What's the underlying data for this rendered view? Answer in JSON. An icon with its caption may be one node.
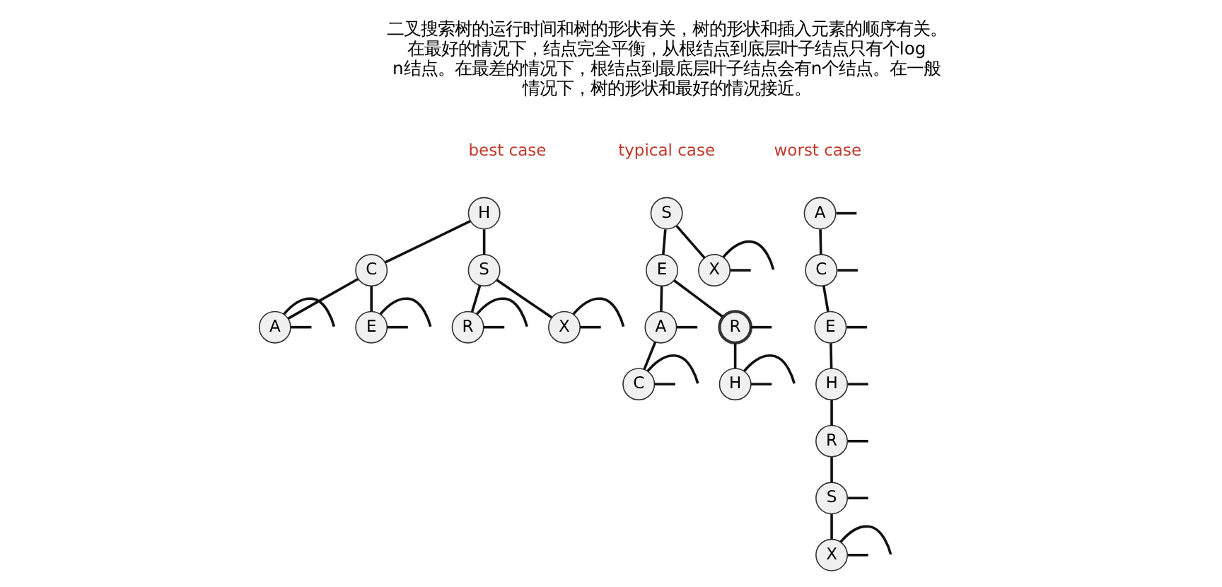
{
  "diagram": {
    "nodes": [
      {
        "text": [
          "H"
        ]
      },
      {
        "text": [
          "C"
        ]
      },
      {
        "text": [
          "S"
        ]
      },
      {
        "text": [
          "A"
        ]
      },
      {
        "text": [
          "E"
        ]
      },
      {
        "text": [
          "R"
        ]
      },
      {
        "text": [
          "X"
        ]
      },
      {
        "text": [
          "S"
        ]
      },
      {
        "text": [
          "E"
        ]
      },
      {
        "text": [
          "X"
        ]
      },
      {
        "text": [
          "A"
        ]
      },
      {
        "text": [
          "R"
        ]
      },
      {
        "text": [
          "C"
        ]
      },
      {
        "text": [
          "H"
        ]
      },
      {
        "text": [
          "A"
        ]
      },
      {
        "text": [
          "C"
        ]
      },
      {
        "text": [
          "E"
        ]
      },
      {
        "text": [
          "H"
        ]
      },
      {
        "text": [
          "R"
        ]
      },
      {
        "text": [
          "S"
        ]
      },
      {
        "text": [
          "X"
        ]
      }
    ],
    "edges": [
      {
        "from": 0,
        "to": 1,
        "arrow": "none"
      },
      {
        "from": 0,
        "to": 2,
        "arrow": "none"
      },
      {
        "from": 1,
        "to": 3,
        "arrow": "none"
      },
      {
        "from": 1,
        "to": 4,
        "arrow": "none"
      },
      {
        "from": 2,
        "to": 5,
        "arrow": "none"
      },
      {
        "from": 2,
        "to": 6,
        "arrow": "none"
      },
      {
        "from": 3,
        "to": null,
        "arrow": "none"
      },
      {
        "from": 3,
        "to": null,
        "arrow": "none"
      },
      {
        "from": 4,
        "to": null,
        "arrow": "none"
      },
      {
        "from": 4,
        "to": null,
        "arrow": "none"
      },
      {
        "from": 5,
        "to": null,
        "arrow": "none"
      },
      {
        "from": 5,
        "to": null,
        "arrow": "none"
      },
      {
        "from": 6,
        "to": null,
        "arrow": "none"
      },
      {
        "from": 6,
        "to": null,
        "arrow": "none"
      },
      {
        "from": 7,
        "to": 8,
        "arrow": "none"
      },
      {
        "from": 7,
        "to": 9,
        "arrow": "none"
      },
      {
        "from": 8,
        "to": 10,
        "arrow": "none"
      },
      {
        "from": 8,
        "to": 11,
        "arrow": "none"
      },
      {
        "from": 9,
        "to": null,
        "arrow": "none"
      },
      {
        "from": 9,
        "to": null,
        "arrow": "none"
      },
      {
        "from": 10,
        "to": null,
        "arrow": "none"
      },
      {
        "from": 10,
        "to": 12,
        "arrow": "none"
      },
      {
        "from": 11,
        "to": 13,
        "arrow": "none"
      },
      {
        "from": 11,
        "to": null,
        "arrow": "none"
      },
      {
        "from": 12,
        "to": null,
        "arrow": "none"
      },
      {
        "from": 12,
        "to": null,
        "arrow": "none"
      },
      {
        "from": 13,
        "to": null,
        "arrow": "none"
      },
      {
        "from": 13,
        "to": null,
        "arrow": "none"
      },
      {
        "from": 14,
        "to": null,
        "arrow": "none"
      },
      {
        "from": 14,
        "to": 15,
        "arrow": "none"
      },
      {
        "from": 15,
        "to": null,
        "arrow": "none"
      },
      {
        "from": 15,
        "to": 16,
        "arrow": "none"
      },
      {
        "from": 16,
        "to": null,
        "arrow": "none"
      },
      {
        "from": 16,
        "to": 17,
        "arrow": "none"
      },
      {
        "from": 17,
        "to": null,
        "arrow": "none"
      },
      {
        "from": 17,
        "to": 18,
        "arrow": "none"
      },
      {
        "from": 18,
        "to": null,
        "arrow": "none"
      },
      {
        "from": 18,
        "to": 19,
        "arrow": "none"
      },
      {
        "from": 19,
        "to": null,
        "arrow": "none"
      },
      {
        "from": 19,
        "to": 20,
        "arrow": "none"
      },
      {
        "from": 20,
        "to": null,
        "arrow": "none"
      },
      {
        "from": 20,
        "to": null,
        "arrow": "none"
      }
    ],
    "labels": [
      "二叉搜索树的运行时间和树的形状有关，树的形状和插入元素的顺序有关。在最好的情况下，结点完全平衡，从根结点到底层叶子结点只有个log n结点。在最差的情况下，根结点到最底层叶子结点会有n个结点。在一般情况下，树的形状和最好的情况接近。",
      "best case",
      "typical case",
      "worst case"
    ]
  }
}
